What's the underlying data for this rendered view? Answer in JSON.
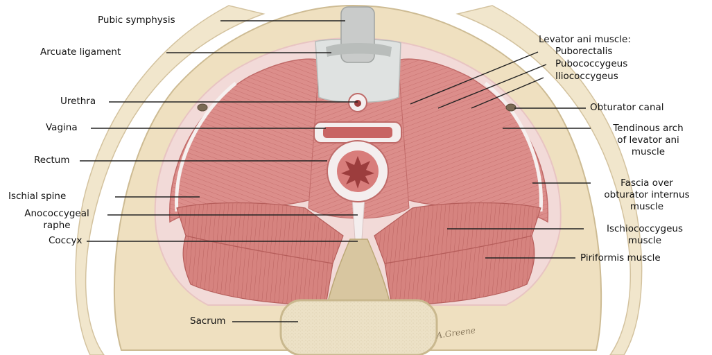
{
  "labels": {
    "pubic_symphysis": "Pubic symphysis",
    "arcuate_ligament": "Arcuate ligament",
    "urethra": "Urethra",
    "vagina": "Vagina",
    "rectum": "Rectum",
    "ischial_spine": "Ischial spine",
    "anococcygeal_raphe_1": "Anococcygeal",
    "anococcygeal_raphe_2": "raphe",
    "coccyx": "Coccyx",
    "sacrum": "Sacrum",
    "levator_ani": "Levator ani muscle:",
    "puborectalis": "Puborectalis",
    "pubococcygeus": "Pubococcygeus",
    "iliococcygeus": "Iliococcygeus",
    "obturator_canal": "Obturator canal",
    "tendinous_arch_1": "Tendinous arch",
    "tendinous_arch_2": "of levator ani",
    "tendinous_arch_3": "muscle",
    "fascia_1": "Fascia over",
    "fascia_2": "obturator internus",
    "fascia_3": "muscle",
    "ischiococcygeus_1": "Ischiococcygeus",
    "ischiococcygeus_2": "muscle",
    "piriformis": "Piriformis muscle"
  },
  "signature": "A. Greene",
  "colors": {
    "bone": "#efe2c4",
    "muscle": "#dd8f8c",
    "muscle_dark": "#c9706f",
    "fascia": "#f4e3e2",
    "cartilage": "#c9cbc9",
    "leader": "#222222"
  }
}
